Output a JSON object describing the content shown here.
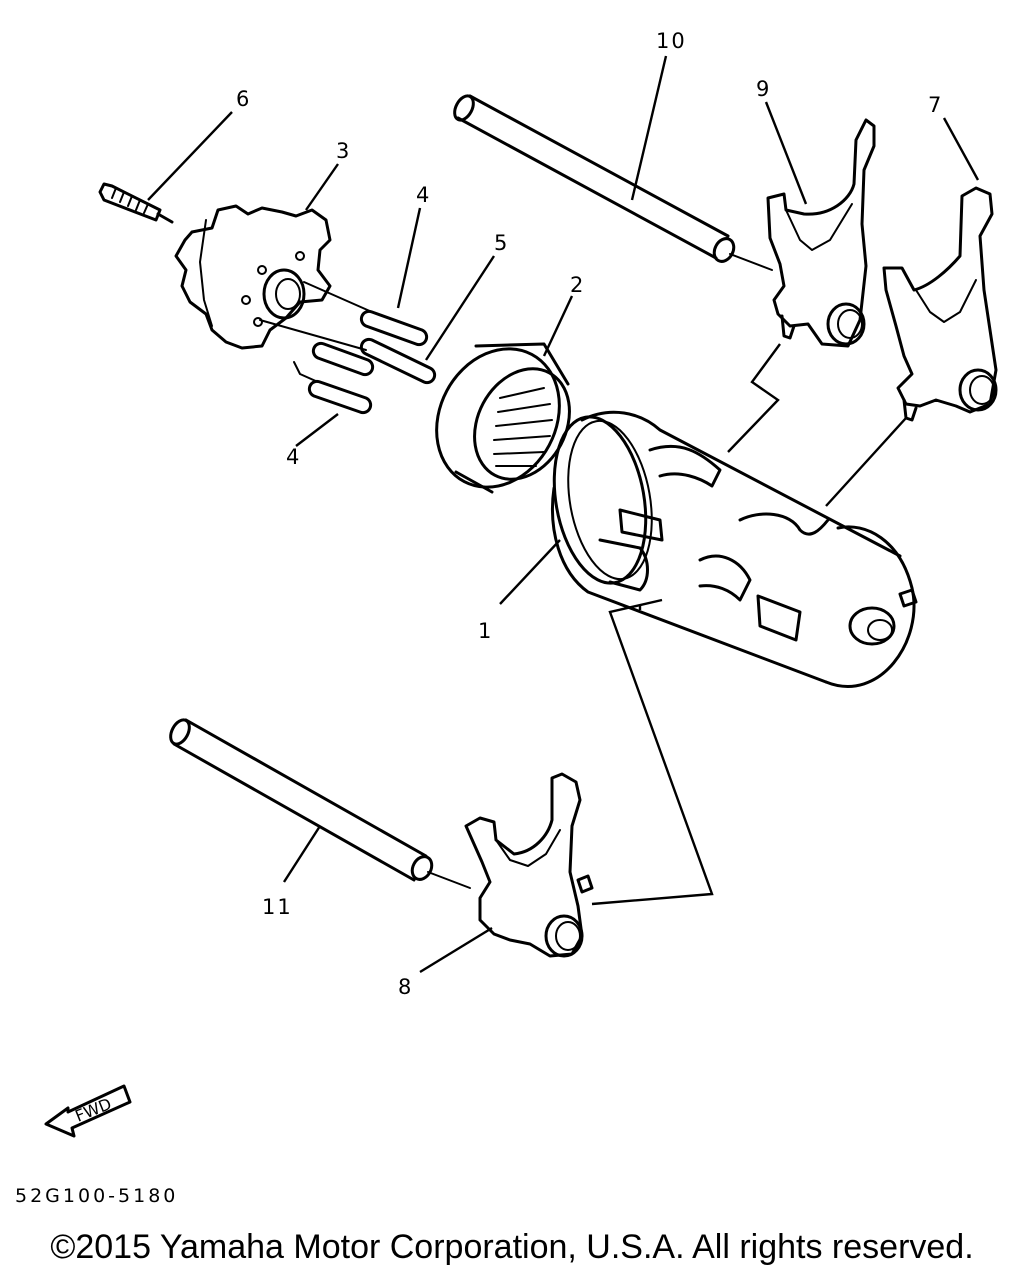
{
  "diagram": {
    "labels": {
      "p1": "1",
      "p2": "2",
      "p3": "3",
      "p4a": "4",
      "p4b": "4",
      "p5": "5",
      "p6": "6",
      "p7": "7",
      "p8": "8",
      "p9": "9",
      "p10": "10",
      "p11": "11"
    },
    "fwd_label": "FWD",
    "drawing_code": "52G100-5180"
  },
  "copyright": "©2015 Yamaha Motor Corporation, U.S.A. All rights reserved."
}
